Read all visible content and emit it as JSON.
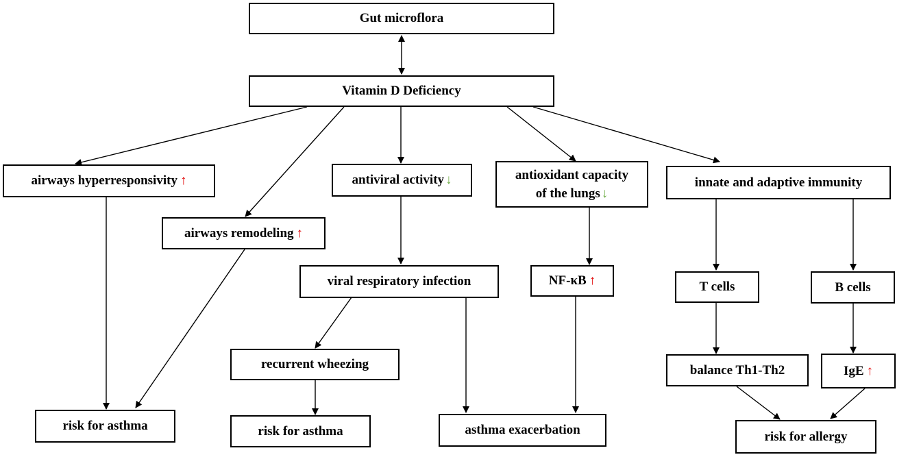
{
  "colors": {
    "increase": "#e00000",
    "decrease": "#70ad47",
    "stroke": "#000000"
  },
  "nodes": {
    "gut_microflora": {
      "label": "Gut microflora"
    },
    "vitamin_d": {
      "label": "Vitamin D Deficiency"
    },
    "airways_hyper": {
      "label": "airways hyperresponsivity",
      "arrow": "↑"
    },
    "airways_remodel": {
      "label": "airways remodeling",
      "arrow": "↑"
    },
    "antiviral": {
      "label": "antiviral activity",
      "arrow": "↓"
    },
    "antioxidant": {
      "label_line1": "antioxidant capacity",
      "label_line2": "of the lungs",
      "arrow": "↓"
    },
    "immunity": {
      "label": "innate and adaptive immunity"
    },
    "viral_infection": {
      "label": "viral respiratory infection"
    },
    "nfkb": {
      "label": "NF-κB",
      "arrow": "↑"
    },
    "t_cells": {
      "label": "T cells"
    },
    "b_cells": {
      "label": "B cells"
    },
    "wheezing": {
      "label": "recurrent wheezing"
    },
    "balance": {
      "label": "balance Th1-Th2"
    },
    "ige": {
      "label": "IgE",
      "arrow": "↑"
    },
    "risk_asthma_1": {
      "label": "risk for asthma"
    },
    "risk_asthma_2": {
      "label": "risk for asthma"
    },
    "exacerbation": {
      "label": "asthma exacerbation"
    },
    "risk_allergy": {
      "label": "risk for allergy"
    }
  }
}
